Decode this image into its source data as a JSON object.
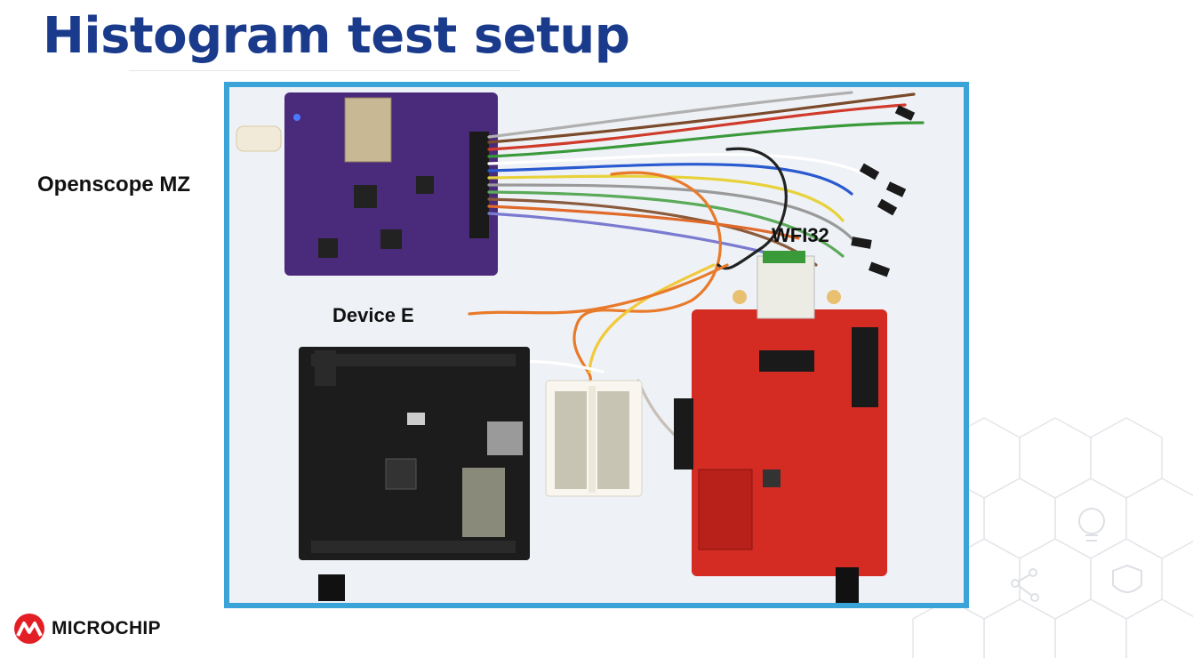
{
  "slide": {
    "title": "Histogram test setup"
  },
  "labels": {
    "openscope": "Openscope MZ",
    "device_e": "Device E",
    "wfi32": "WFI32"
  },
  "logo": {
    "text": "MICROCHIP"
  },
  "colors": {
    "title": "#1a3a8c",
    "frame_border": "#3aa3d8",
    "openscope_board": "#4a2a7a",
    "device_board": "#1c1c1c",
    "curiosity_board": "#d42b23",
    "logo_red": "#e31e24"
  }
}
